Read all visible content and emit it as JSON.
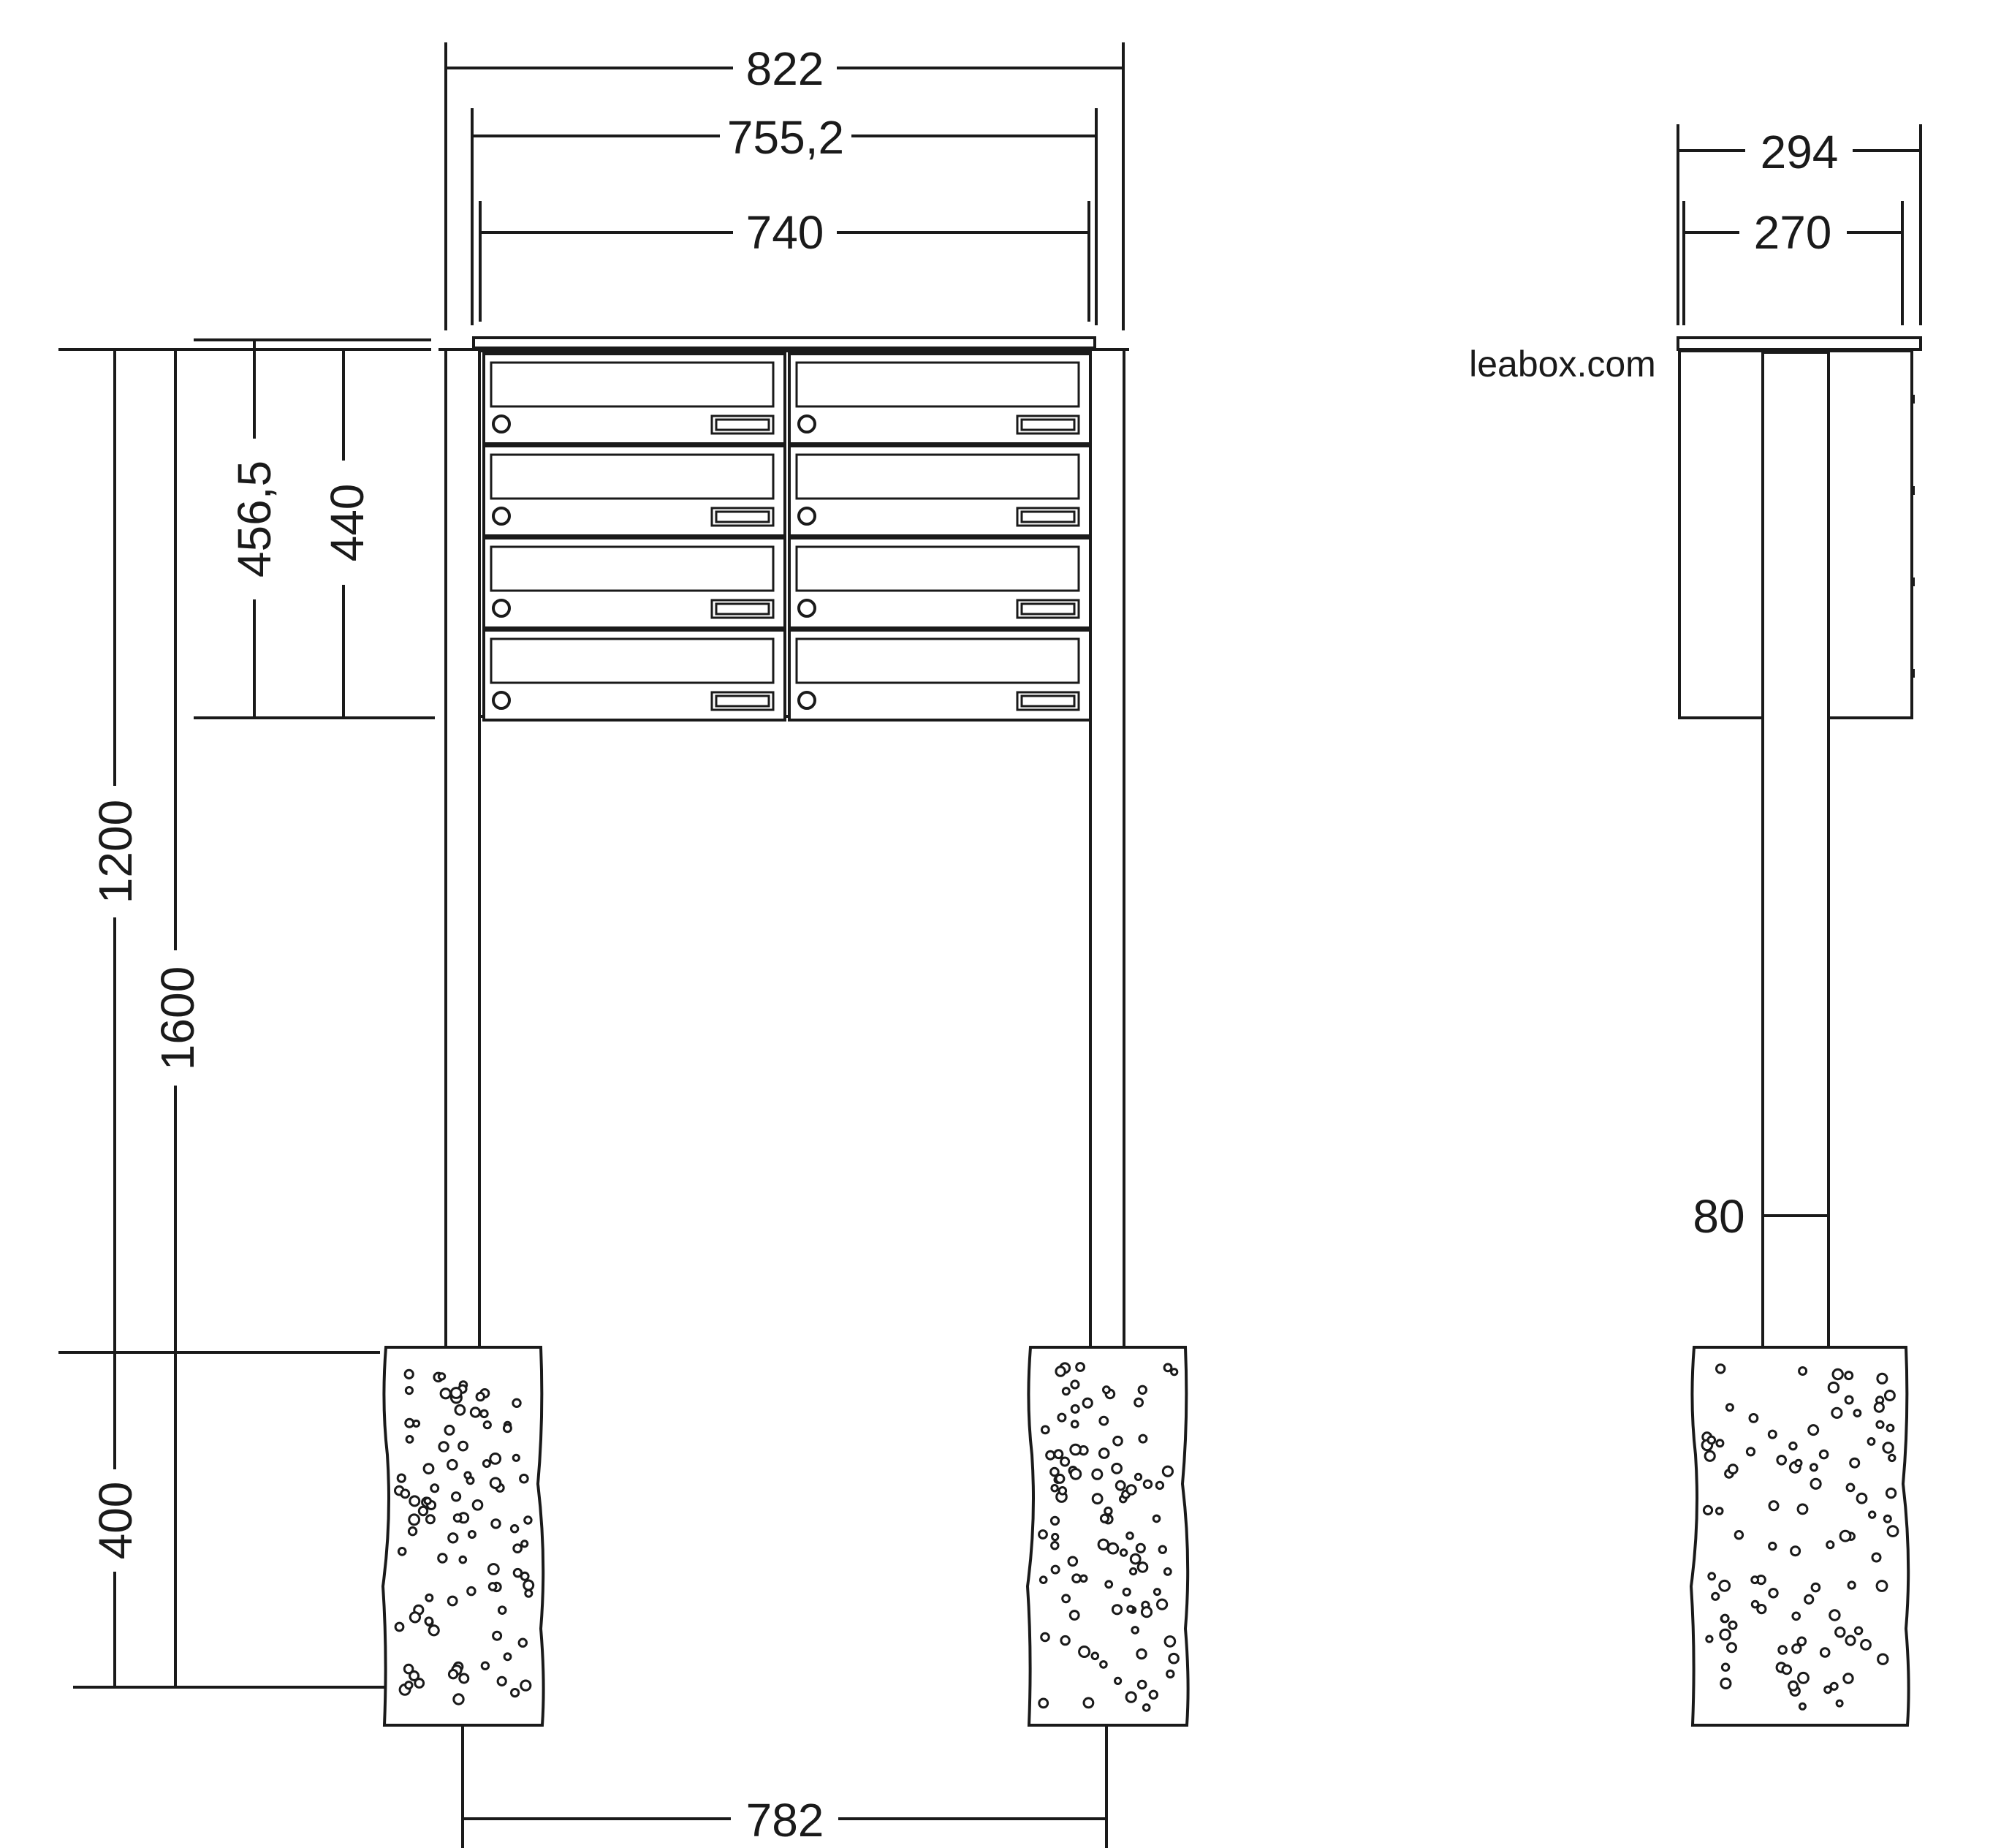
{
  "brand": "leabox.com",
  "front_view": {
    "dimensions": {
      "overall_width": "822",
      "housing_width": "755,2",
      "box_width": "740",
      "height_with_roof": "456,5",
      "box_height": "440",
      "upper_height": "1200",
      "total_height": "1600",
      "foundation_depth": "400",
      "post_spacing": "782"
    },
    "mailbox_grid": {
      "columns": 2,
      "rows": 4
    }
  },
  "side_view": {
    "dimensions": {
      "overall_depth": "294",
      "box_depth": "270",
      "post_width": "80"
    }
  }
}
